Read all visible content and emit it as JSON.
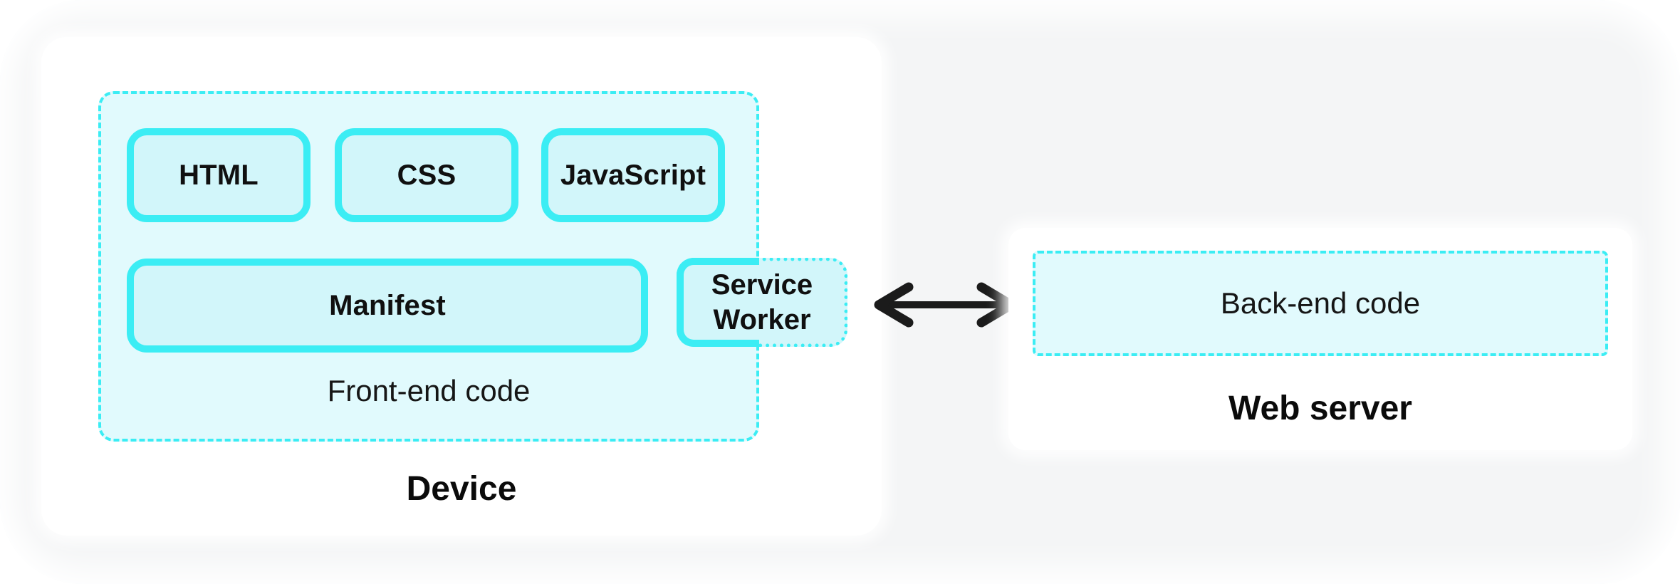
{
  "colors": {
    "page_bg": "#f4f5f6",
    "card_bg": "#ffffff",
    "cyan": "#3bedf4",
    "chip_fill": "#d2f6fa",
    "container_fill": "#e1fafd",
    "arrow": "#1b1b1b",
    "text": "#101010"
  },
  "device_card": {
    "label": "Device",
    "frontend": {
      "label": "Front-end code",
      "chips": [
        {
          "label": "HTML"
        },
        {
          "label": "CSS"
        },
        {
          "label": "JavaScript"
        },
        {
          "label": "Manifest"
        }
      ],
      "service_worker": {
        "label": "Service Worker"
      }
    }
  },
  "connection": {
    "type": "bidirectional-arrow"
  },
  "server_card": {
    "label": "Web server",
    "backend": {
      "label": "Back-end code"
    }
  }
}
